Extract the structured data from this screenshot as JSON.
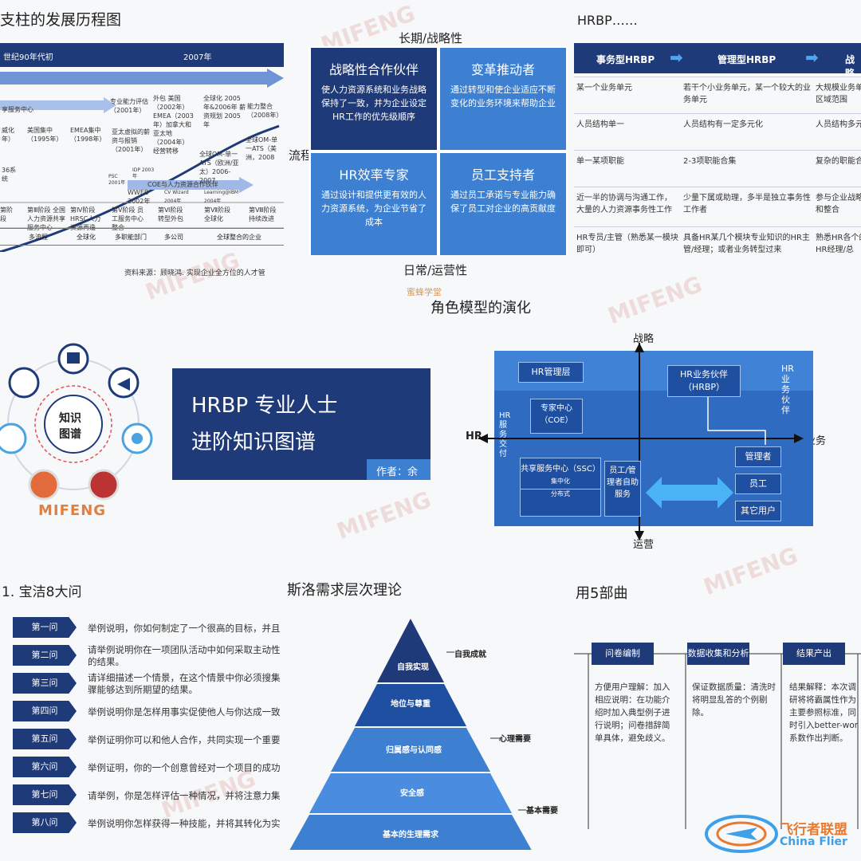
{
  "watermark": "MIFENG",
  "panel1": {
    "title": "支柱的发展历程图",
    "top_left": "世纪90年代初",
    "top_right": "2007年",
    "arrow_label": "享服务中心",
    "labels": [
      "专业能力评估（2001年）",
      "外包 美国（2002年）EMEA（2003年）加拿大和亚太地（2004年）经营转移",
      "全球化 2005年&2006年 薪资规划 2005年",
      "能力整合（2008年）",
      "全球OM-单一ATS（美洲，2008",
      "全球OM-单一ATS（欧洲/亚太）2006-2007",
      "亚太虚拟的薪资与报销（2001年）",
      "美国集中（1995年）",
      "EMEA集中（1998年）",
      "威化年）",
      "36系统",
      "COE与人力资源合作伙伴"
    ],
    "small_labels": [
      "PSC 2001年",
      "IDP 2003年",
      "WWEB 2002年",
      "CV Wizard 2004年",
      "Learning@IBM 2004年"
    ],
    "stages": [
      "第阶段",
      "第Ⅲ阶段 全国人力资源共享服务中心",
      "第Ⅳ阶段 HRSC人力资源再造",
      "第Ⅴ阶段 员工服务中心整合",
      "第Ⅵ阶段 转型外包",
      "第Ⅶ阶段 全球化",
      "第Ⅷ阶段 持续改进"
    ],
    "bottom": [
      "多流程",
      "全球化",
      "多职能部门",
      "多公司",
      "全球整合的企业"
    ],
    "source": "资料来源：顾晓鸿. 实现企业全方位的人才管"
  },
  "panel2": {
    "top": "长期/战略性",
    "bottom": "日常/运营性",
    "side": "流程",
    "quads": [
      {
        "h": "战略性合作伙伴",
        "b": "使人力资源系统和业务战略保持了一致，并为企业设定HR工作的优先级顺序"
      },
      {
        "h": "变革推动者",
        "b": "通过转型和使企业适应不断变化的业务环境来帮助企业"
      },
      {
        "h": "HR效率专家",
        "b": "通过设计和提供更有效的人力资源系统，为企业节省了成本"
      },
      {
        "h": "员工支持者",
        "b": "通过员工承诺与专业能力确保了员工对企业的高贡献度"
      }
    ],
    "logo": "蜜蜂学堂"
  },
  "panel3": {
    "title": "HRBP……",
    "headers": [
      "事务型HRBP",
      "管理型HRBP",
      "战略"
    ],
    "rows": [
      [
        "某一个业务单元",
        "若干个小业务单元，某一个较大的业务单元",
        "大规模业务单元区域范围"
      ],
      [
        "人员结构单一",
        "人员结构有一定多元化",
        "人员结构多元"
      ],
      [
        "单一某项职能",
        "2-3项职能合集",
        "复杂的职能合"
      ],
      [
        "近一半的协调与沟通工作，大量的人力资源事务性工作",
        "少量下属或助理，多半是独立事务性工作者",
        "参与企业战略更和整合"
      ],
      [
        "HR专员/主管（熟悉某一模块即可）",
        "具备HR某几个模块专业知识的HR主管/经理；或者业务转型过来",
        "熟悉HR各个的HR经理/总"
      ]
    ]
  },
  "panel4": {
    "title": "角色模型的演化",
    "axis_top": "战略",
    "axis_bottom": "运营",
    "axis_left": "HR",
    "axis_right": "业务",
    "right_vertical": "HR业务伙伴",
    "left_vertical": "HR服务交付",
    "boxes": [
      "HR管理层",
      "专家中心（COE）",
      "HR业务伙伴（HRBP）",
      "共享服务中心（SSC）",
      "集中化",
      "分布式",
      "员工/管理者自助服务",
      "管理者",
      "员工",
      "其它用户"
    ]
  },
  "panel5": {
    "center_line1": "知识",
    "center_line2": "图谱",
    "brand": "MIFENG"
  },
  "panel6": {
    "line1": "HRBP 专业人士",
    "line2": "进阶知识图谱",
    "author": "作者：余"
  },
  "panel7": {
    "title": "1. 宝洁8大问",
    "questions": [
      {
        "label": "第一问",
        "text": "举例说明，你如何制定了一个很高的目标，并且"
      },
      {
        "label": "第二问",
        "text": "请举例说明你在一项团队活动中如何采取主动性"
      },
      {
        "label": "第三问",
        "text": "请详细描述一个情景，在这个情景中你必须搜集"
      },
      {
        "label": "第四问",
        "text": "举例说明你是怎样用事实促使他人与你达成一致"
      },
      {
        "label": "第五问",
        "text": "举例证明你可以和他人合作，共同实现一个重要"
      },
      {
        "label": "第六问",
        "text": "举例证明，你的一个创意曾经对一个项目的成功"
      },
      {
        "label": "第七问",
        "text": "请举例，你是怎样评估一种情况，并将注意力集"
      },
      {
        "label": "第八问",
        "text": "举例说明你怎样获得一种技能，并将其转化为实"
      }
    ],
    "q2_extra": "的结果。",
    "q3_extra": "骤能够达到所期望的结果。"
  },
  "panel8": {
    "title": "斯洛需求层次理论",
    "levels": [
      "自我实现",
      "地位与尊重",
      "归属感与认同感",
      "安全感",
      "基本的生理需求"
    ],
    "right_labels": [
      "自我成就",
      "心理需要",
      "基本需要"
    ]
  },
  "panel9": {
    "title": "用5部曲",
    "steps": [
      "问卷编制",
      "数据收集和分析",
      "结果产出"
    ],
    "texts": [
      "方便用户理解：加入相应说明：在功能介绍时加入典型例子进行说明；问卷措辞简单具体，避免歧义。",
      "保证数据质量：清洗时将明显乱答的个例剔除。",
      "结果解释：本次调研将将霸属性作为主要参照标准，同时引入better-wor系数作出判断。"
    ],
    "logo_cn": "飞行者联盟",
    "logo_en": "China Flier"
  }
}
